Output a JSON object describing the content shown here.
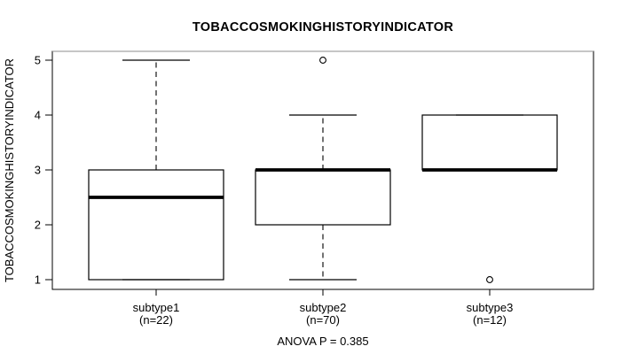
{
  "title": "TOBACCOSMOKINGHISTORYINDICATOR",
  "y_axis": {
    "label": "TOBACCOSMOKINGHISTORYINDICATOR",
    "ticks": [
      "1",
      "2",
      "3",
      "4",
      "5"
    ]
  },
  "x_axis": {
    "groups": [
      {
        "name": "subtype1",
        "count_label": "(n=22)"
      },
      {
        "name": "subtype2",
        "count_label": "(n=70)"
      },
      {
        "name": "subtype3",
        "count_label": "(n=12)"
      }
    ]
  },
  "footer": {
    "text": "ANOVA P = 0.385"
  },
  "chart_data": {
    "type": "boxplot",
    "title": "TOBACCOSMOKINGHISTORYINDICATOR",
    "xlabel": "",
    "ylabel": "TOBACCOSMOKINGHISTORYINDICATOR",
    "ylim": [
      1,
      5
    ],
    "yticks": [
      1,
      2,
      3,
      4,
      5
    ],
    "grid": false,
    "categories": [
      "subtype1",
      "subtype2",
      "subtype3"
    ],
    "sample_sizes": [
      22,
      70,
      12
    ],
    "series": [
      {
        "name": "subtype1",
        "n": 22,
        "whisker_low": 1,
        "q1": 1,
        "median": 2.5,
        "q3": 3,
        "whisker_high": 5,
        "outliers": []
      },
      {
        "name": "subtype2",
        "n": 70,
        "whisker_low": 1,
        "q1": 2,
        "median": 3,
        "q3": 3,
        "whisker_high": 4,
        "outliers": [
          5
        ]
      },
      {
        "name": "subtype3",
        "n": 12,
        "whisker_low": 3,
        "q1": 3,
        "median": 3,
        "q3": 4,
        "whisker_high": 4,
        "outliers": [
          1
        ]
      }
    ],
    "annotation": "ANOVA P = 0.385",
    "anova_p": 0.385,
    "colors": {
      "stroke": "#000000",
      "box_fill": "#ffffff",
      "frame_top": "#8c8c8c",
      "background": "#ffffff"
    }
  }
}
